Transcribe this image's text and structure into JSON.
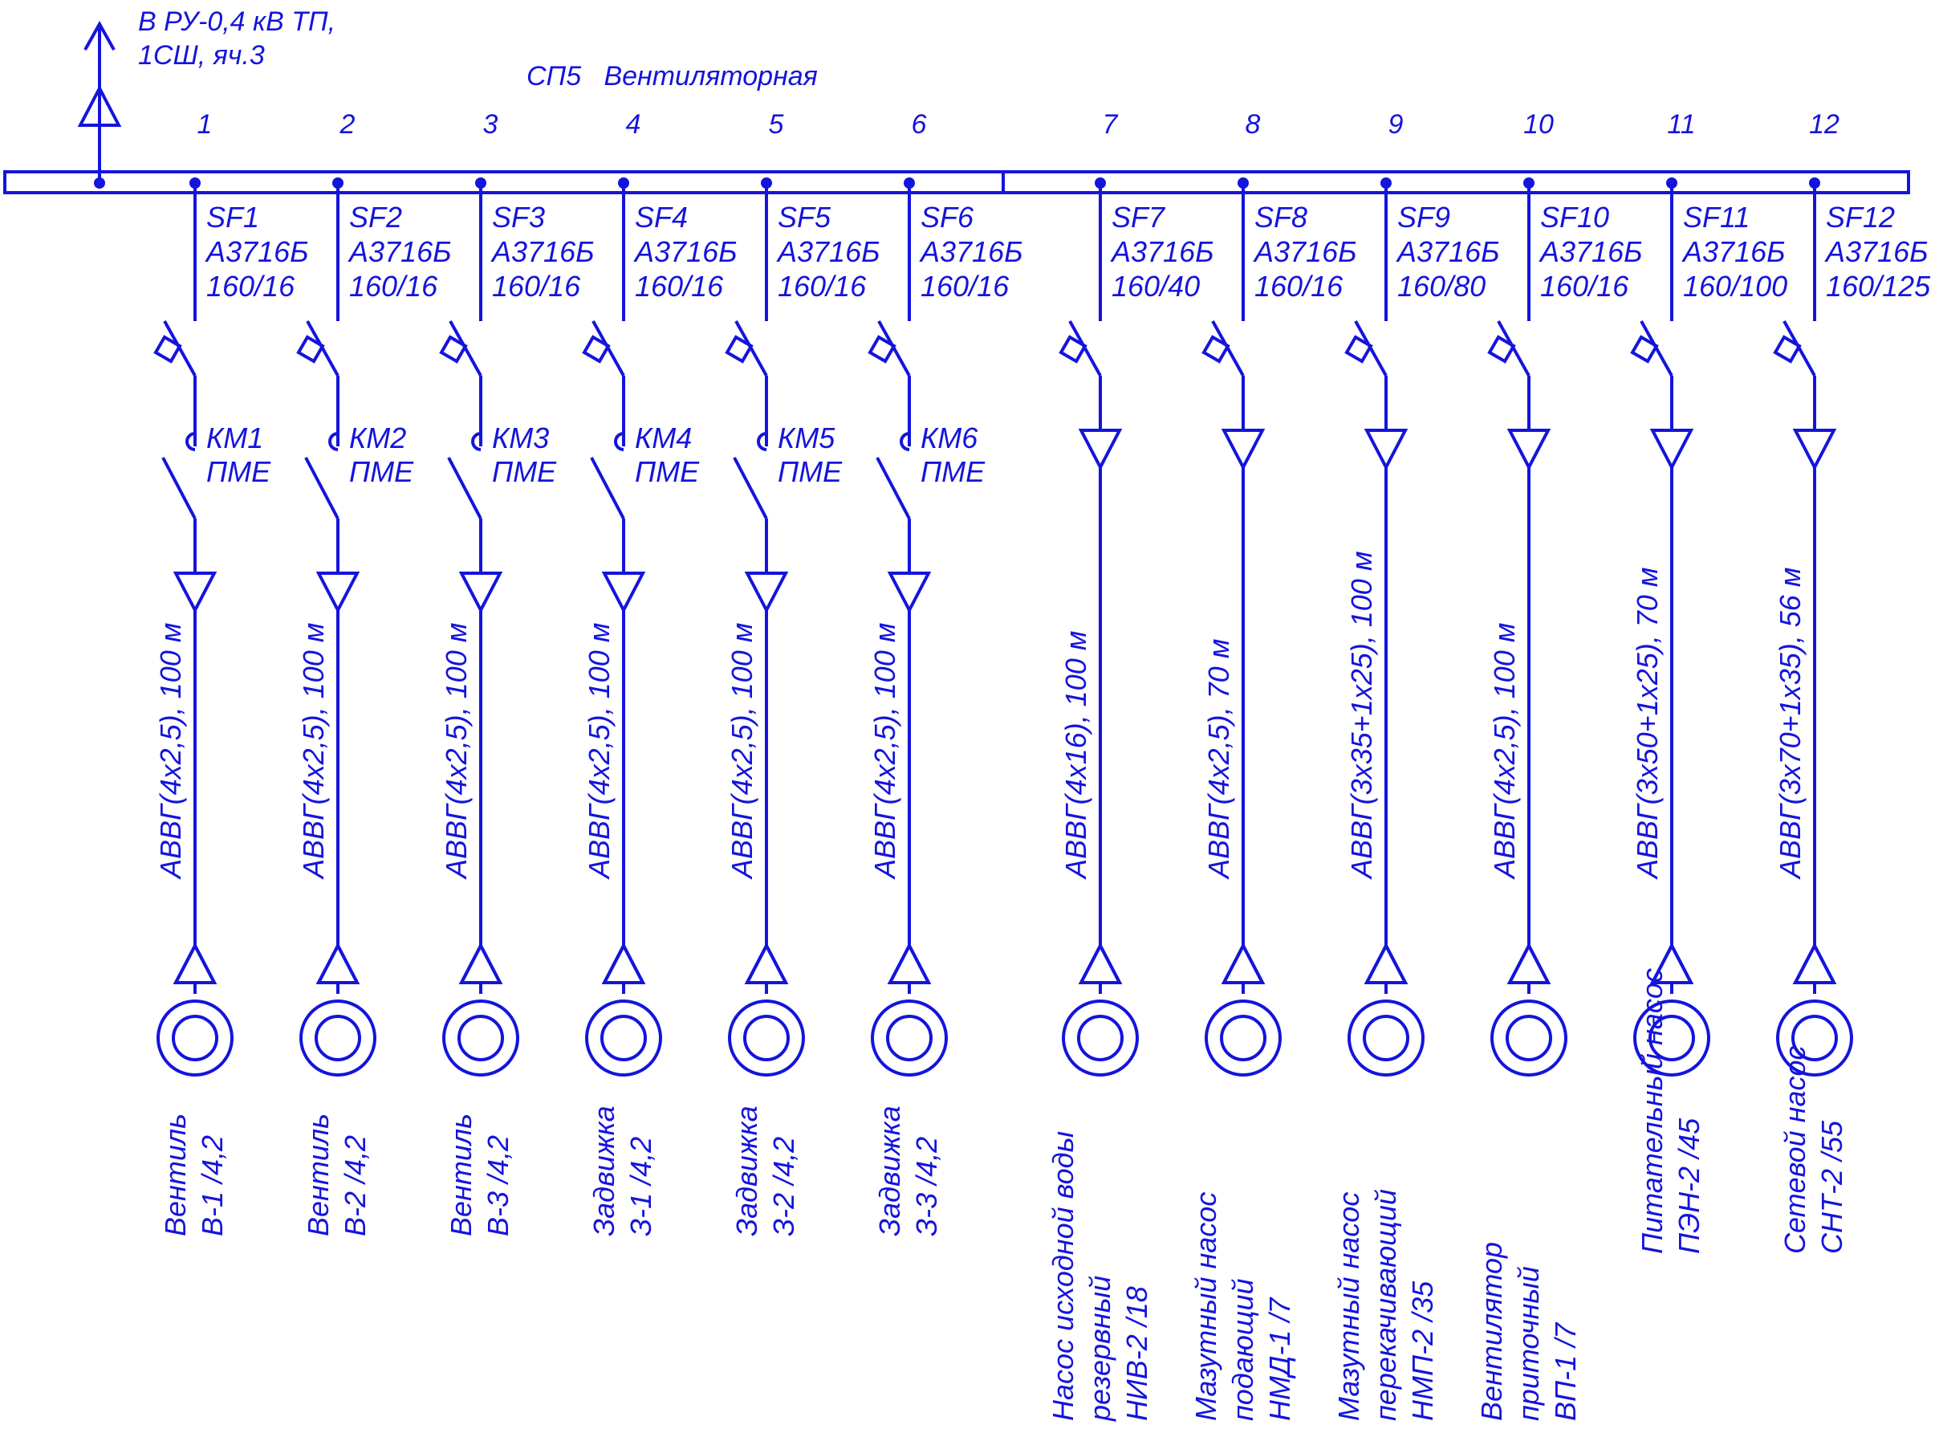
{
  "header": {
    "supply_line1": "В РУ-0,4 кВ ТП,",
    "supply_line2": "1СШ, яч.3",
    "panel_title": "СП5   Вентиляторная"
  },
  "colors": {
    "ink": "#1414dc",
    "background": "#ffffff"
  },
  "icons": {
    "motor": "motor-icon",
    "breaker": "breaker-icon",
    "contactor": "contactor-icon",
    "cable_end": "triangle-icon",
    "supply_arrow": "arrow-up-icon"
  },
  "feeders": [
    {
      "num": "1",
      "breaker": "SF1",
      "breaker_type": "А3716Б",
      "rating": "160/16",
      "contactor": "КМ1",
      "contactor_type": "ПМЕ",
      "cable": "АВВГ(4х2,5), 100 м",
      "load": [
        "Вентиль",
        "В-1 /4,2"
      ]
    },
    {
      "num": "2",
      "breaker": "SF2",
      "breaker_type": "А3716Б",
      "rating": "160/16",
      "contactor": "КМ2",
      "contactor_type": "ПМЕ",
      "cable": "АВВГ(4х2,5), 100 м",
      "load": [
        "Вентиль",
        "В-2 /4,2"
      ]
    },
    {
      "num": "3",
      "breaker": "SF3",
      "breaker_type": "А3716Б",
      "rating": "160/16",
      "contactor": "КМ3",
      "contactor_type": "ПМЕ",
      "cable": "АВВГ(4х2,5), 100 м",
      "load": [
        "Вентиль",
        "В-3 /4,2"
      ]
    },
    {
      "num": "4",
      "breaker": "SF4",
      "breaker_type": "А3716Б",
      "rating": "160/16",
      "contactor": "КМ4",
      "contactor_type": "ПМЕ",
      "cable": "АВВГ(4х2,5), 100 м",
      "load": [
        "Задвижка",
        "З-1 /4,2"
      ]
    },
    {
      "num": "5",
      "breaker": "SF5",
      "breaker_type": "А3716Б",
      "rating": "160/16",
      "contactor": "КМ5",
      "contactor_type": "ПМЕ",
      "cable": "АВВГ(4х2,5), 100 м",
      "load": [
        "Задвижка",
        "З-2 /4,2"
      ]
    },
    {
      "num": "6",
      "breaker": "SF6",
      "breaker_type": "А3716Б",
      "rating": "160/16",
      "contactor": "КМ6",
      "contactor_type": "ПМЕ",
      "cable": "АВВГ(4х2,5), 100 м",
      "load": [
        "Задвижка",
        "З-3 /4,2"
      ]
    },
    {
      "num": "7",
      "breaker": "SF7",
      "breaker_type": "А3716Б",
      "rating": "160/40",
      "cable": "АВВГ(4х16), 100 м",
      "load": [
        "Насос исходной воды",
        "резервный",
        "НИВ-2 /18"
      ]
    },
    {
      "num": "8",
      "breaker": "SF8",
      "breaker_type": "А3716Б",
      "rating": "160/16",
      "cable": "АВВГ(4х2,5), 70 м",
      "load": [
        "Мазутный насос",
        "подающий",
        "НМД-1 /7"
      ]
    },
    {
      "num": "9",
      "breaker": "SF9",
      "breaker_type": "А3716Б",
      "rating": "160/80",
      "cable": "АВВГ(3х35+1х25), 100 м",
      "load": [
        "Мазутный насос",
        "перекачивающий",
        "НМП-2 /35"
      ]
    },
    {
      "num": "10",
      "breaker": "SF10",
      "breaker_type": "А3716Б",
      "rating": "160/16",
      "cable": "АВВГ(4х2,5), 100 м",
      "load": [
        "Вентилятор",
        "приточный",
        "ВП-1 /7"
      ]
    },
    {
      "num": "11",
      "breaker": "SF11",
      "breaker_type": "А3716Б",
      "rating": "160/100",
      "cable": "АВВГ(3х50+1х25), 70 м",
      "load": [
        "Питательный насос",
        "ПЭН-2 /45"
      ]
    },
    {
      "num": "12",
      "breaker": "SF12",
      "breaker_type": "А3716Б",
      "rating": "160/125",
      "cable": "АВВГ(3х70+1х35),  56 м",
      "load": [
        "Сетевой насос",
        "СНТ-2 /55"
      ]
    }
  ]
}
